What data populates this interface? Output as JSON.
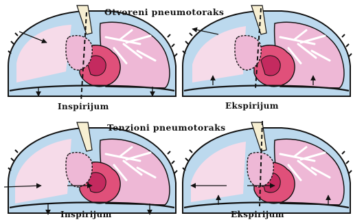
{
  "titles": {
    "top": "Otvoreni pneumotoraks",
    "bottom": "Tenzioni pneumotoraks"
  },
  "labels": {
    "top_left": "Inspirijum",
    "top_right": "Ekspirijum",
    "bottom_left": "Inspirijum",
    "bottom_right": "Ekspirijum"
  },
  "colors": {
    "lung_pink": "#eeb8d6",
    "lung_light": "#f6dbe9",
    "pleura_blue": "#bcd9ee",
    "heart_red": "#e0507a",
    "heart_dark": "#c42a5f",
    "trachea": "#f7efd2",
    "wall_dark": "#111111"
  },
  "icons": [
    "thorax-diagram",
    "arrow-icon",
    "mediastinum-shift-line"
  ]
}
